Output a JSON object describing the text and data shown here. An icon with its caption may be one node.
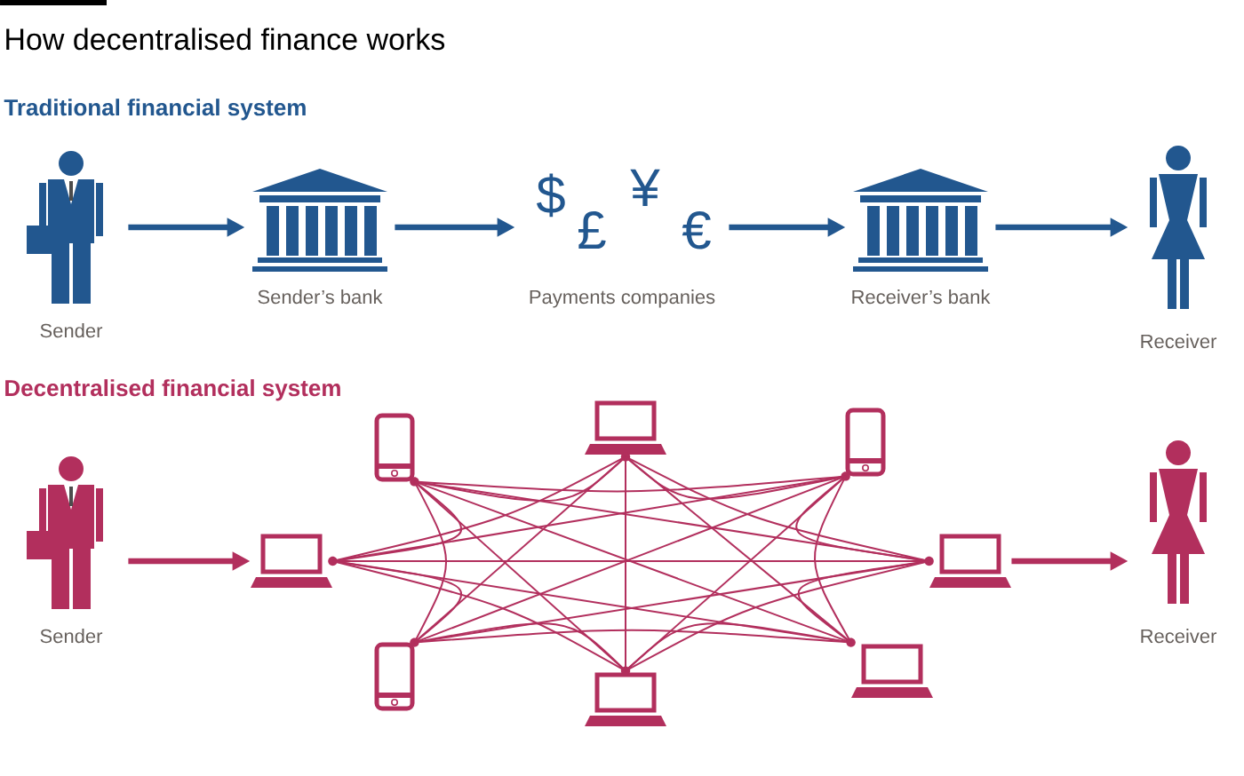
{
  "diagram": {
    "title": "How decentralised finance works",
    "nodes": [
      {
        "text": [
          "Sender"
        ]
      },
      {
        "text": [
          "Sender’s bank"
        ]
      },
      {
        "text": [
          "$",
          "£",
          "¥",
          "€",
          "Payments companies"
        ]
      },
      {
        "text": [
          "Receiver’s bank"
        ]
      },
      {
        "text": [
          "Receiver"
        ]
      },
      {
        "text": [
          "Sender"
        ]
      },
      {
        "text": [],
        "shape": "laptop"
      },
      {
        "text": [],
        "shape": "phone"
      },
      {
        "text": [],
        "shape": "phone"
      },
      {
        "text": [],
        "shape": "laptop"
      },
      {
        "text": [],
        "shape": "laptop"
      },
      {
        "text": [],
        "shape": "phone"
      },
      {
        "text": [],
        "shape": "laptop"
      },
      {
        "text": [],
        "shape": "laptop"
      },
      {
        "text": [
          "Receiver"
        ]
      }
    ],
    "edges": [
      {
        "from": 0,
        "to": 1,
        "arrow": "to",
        "style": "thick",
        "color": "#22578f"
      },
      {
        "from": 1,
        "to": 2,
        "arrow": "to",
        "style": "thick",
        "color": "#22578f"
      },
      {
        "from": 2,
        "to": 3,
        "arrow": "to",
        "style": "thick",
        "color": "#22578f"
      },
      {
        "from": 3,
        "to": 4,
        "arrow": "to",
        "style": "thick",
        "color": "#22578f"
      },
      {
        "from": 5,
        "to": 6,
        "arrow": "to",
        "style": "thick"
      },
      {
        "from": 12,
        "to": 14,
        "arrow": "to",
        "style": "thick"
      },
      {
        "from": 6,
        "to": 7,
        "arrow": "none"
      },
      {
        "from": 6,
        "to": 8,
        "arrow": "none"
      },
      {
        "from": 6,
        "to": 9,
        "arrow": "none"
      },
      {
        "from": 6,
        "to": 10,
        "arrow": "none"
      },
      {
        "from": 6,
        "to": 11,
        "arrow": "none"
      },
      {
        "from": 6,
        "to": 12,
        "arrow": "none"
      },
      {
        "from": 6,
        "to": 13,
        "arrow": "none"
      },
      {
        "from": 7,
        "to": 8,
        "arrow": "none"
      },
      {
        "from": 7,
        "to": 9,
        "arrow": "none"
      },
      {
        "from": 7,
        "to": 10,
        "arrow": "none"
      },
      {
        "from": 7,
        "to": 11,
        "arrow": "none"
      },
      {
        "from": 7,
        "to": 12,
        "arrow": "none"
      },
      {
        "from": 7,
        "to": 13,
        "arrow": "none"
      },
      {
        "from": 8,
        "to": 9,
        "arrow": "none"
      },
      {
        "from": 8,
        "to": 10,
        "arrow": "none"
      },
      {
        "from": 8,
        "to": 11,
        "arrow": "none"
      },
      {
        "from": 8,
        "to": 12,
        "arrow": "none"
      },
      {
        "from": 8,
        "to": 13,
        "arrow": "none"
      },
      {
        "from": 9,
        "to": 10,
        "arrow": "none"
      },
      {
        "from": 9,
        "to": 11,
        "arrow": "none"
      },
      {
        "from": 9,
        "to": 12,
        "arrow": "none"
      },
      {
        "from": 9,
        "to": 13,
        "arrow": "none"
      },
      {
        "from": 10,
        "to": 11,
        "arrow": "none"
      },
      {
        "from": 10,
        "to": 12,
        "arrow": "none"
      },
      {
        "from": 10,
        "to": 13,
        "arrow": "none"
      },
      {
        "from": 11,
        "to": 12,
        "arrow": "none"
      },
      {
        "from": 11,
        "to": 13,
        "arrow": "none"
      },
      {
        "from": 12,
        "to": 13,
        "arrow": "none"
      }
    ],
    "labels": [
      "Traditional financial system",
      "Decentralised financial system"
    ]
  }
}
